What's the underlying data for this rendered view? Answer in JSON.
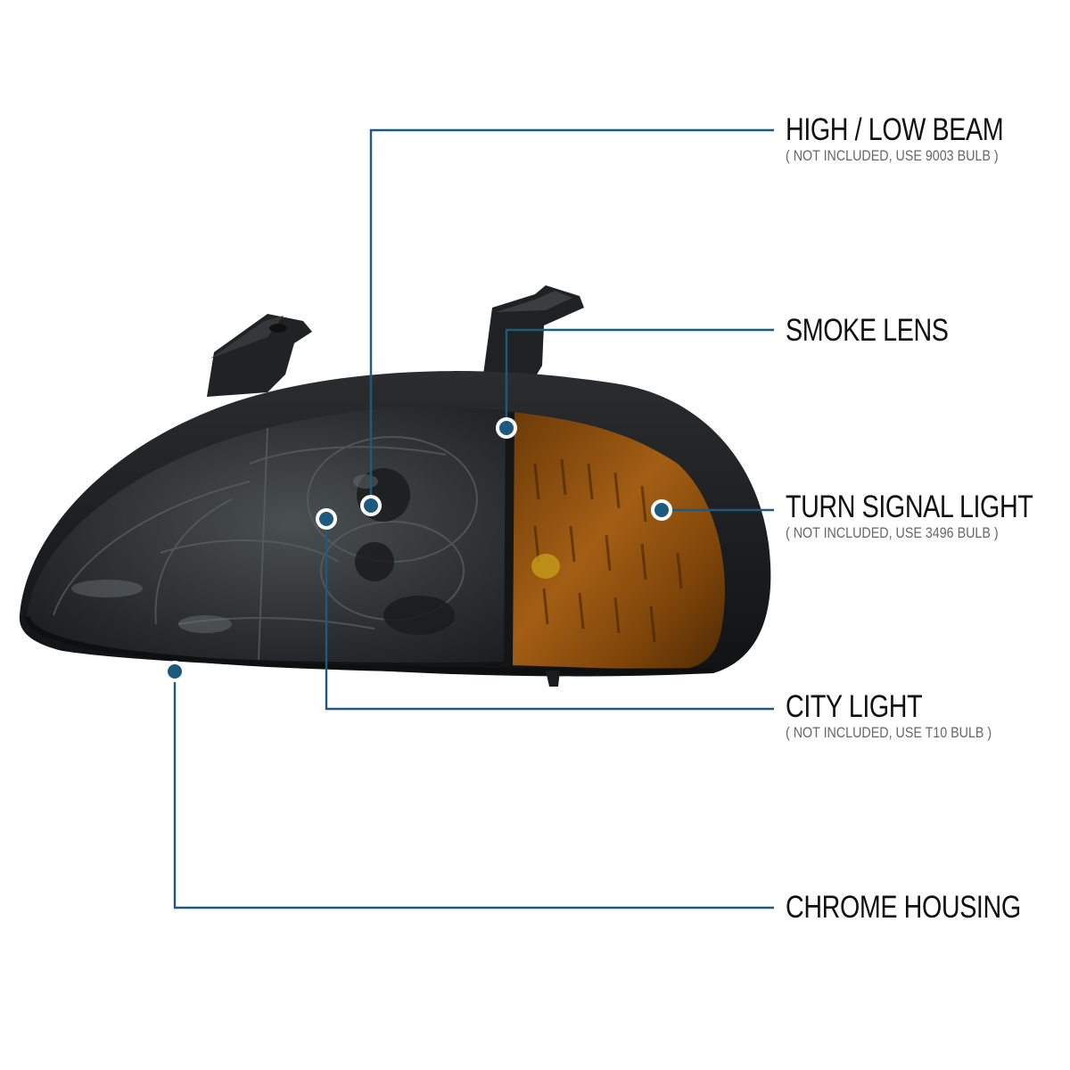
{
  "callouts": [
    {
      "id": "high-low-beam",
      "title": "HIGH / LOW BEAM",
      "note": "( NOT INCLUDED, USE  9003  BULB )"
    },
    {
      "id": "smoke-lens",
      "title": "SMOKE LENS",
      "note": ""
    },
    {
      "id": "turn-signal-light",
      "title": "TURN SIGNAL LIGHT",
      "note": "( NOT INCLUDED, USE  3496  BULB )"
    },
    {
      "id": "city-light",
      "title": "CITY LIGHT",
      "note": "( NOT INCLUDED, USE  T10  BULB )"
    },
    {
      "id": "chrome-housing",
      "title": "CHROME HOUSING",
      "note": ""
    }
  ],
  "colors": {
    "leader": "#1e5a7d",
    "lens_smoke": "#2c2f31",
    "housing_dark": "#161718",
    "amber": "#8a4c0c"
  }
}
